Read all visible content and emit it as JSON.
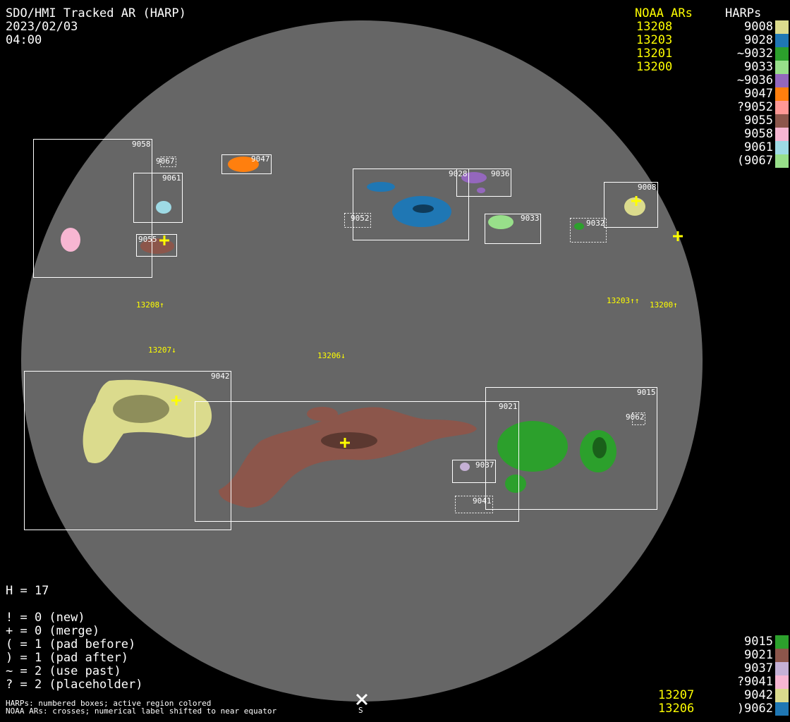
{
  "header": {
    "title": "SDO/HMI Tracked AR (HARP)",
    "date": "2023/02/03",
    "time": "04:00"
  },
  "legend_top": {
    "noaa_header": "NOAA ARs",
    "harp_header": "HARPs",
    "noaa": [
      "13208",
      "13203",
      "13201",
      "13200"
    ],
    "harps": [
      {
        "label": "9008",
        "color": "#dbdb8d"
      },
      {
        "label": "9028",
        "color": "#1f77b4"
      },
      {
        "label": "~9032",
        "color": "#2ca02c"
      },
      {
        "label": "9033",
        "color": "#98df8a"
      },
      {
        "label": "~9036",
        "color": "#9467bd"
      },
      {
        "label": "9047",
        "color": "#ff7f0e"
      },
      {
        "label": "?9052",
        "color": "#ff9896"
      },
      {
        "label": "9055",
        "color": "#8c564b"
      },
      {
        "label": "9058",
        "color": "#f7b6d2"
      },
      {
        "label": "9061",
        "color": "#9edae5"
      },
      {
        "label": "(9067",
        "color": "#98df8a"
      }
    ]
  },
  "legend_bottom": {
    "noaa": [
      "13207",
      "13206"
    ],
    "harps": [
      {
        "label": "9015",
        "color": "#2ca02c"
      },
      {
        "label": "9021",
        "color": "#8c564b"
      },
      {
        "label": "9037",
        "color": "#c5b0d5"
      },
      {
        "label": "?9041",
        "color": "#f7b6d2"
      },
      {
        "label": "9042",
        "color": "#dbdb8d"
      },
      {
        "label": ")9062",
        "color": "#1f77b4"
      }
    ]
  },
  "stats": {
    "h_count": "H = 17",
    "lines": [
      "! = 0 (new)",
      "+ = 0 (merge)",
      "( = 1 (pad before)",
      ") = 1 (pad after)",
      "~ = 2 (use past)",
      "? = 2 (placeholder)"
    ]
  },
  "footer": {
    "line1": "HARPs: numbered boxes; active region colored",
    "line2": "NOAA ARs: crosses; numerical label shifted to near equator",
    "south_label": "S"
  },
  "disk": {
    "box_labels": [
      "9058",
      "9067",
      "9061",
      "9047",
      "9055",
      "9028",
      "9036",
      "9052",
      "9033",
      "9032",
      "9008",
      "9042",
      "9021",
      "9015",
      "9062",
      "9037",
      "9041"
    ],
    "noaa_labels": [
      "13208↑",
      "13207↓",
      "13206↓",
      "13203↑↑",
      "13200↑"
    ]
  }
}
